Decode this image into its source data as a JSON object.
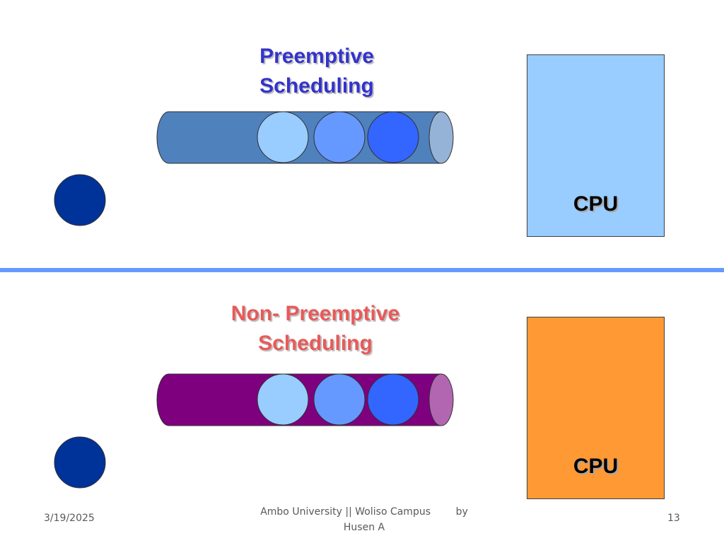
{
  "preemptive": {
    "title": "Preemptive\nScheduling",
    "title_line1": "Preemptive",
    "title_line2": "Scheduling",
    "cpu_label": "CPU",
    "colors": {
      "title": "#3333CC",
      "queue_body": "#4F81BD",
      "queue_end": "#95B3D7",
      "cpu_fill": "#99CCFF"
    }
  },
  "non_preemptive": {
    "title_line1": "Non- Preemptive",
    "title_line2": "Scheduling",
    "cpu_label": "CPU",
    "colors": {
      "title": "#E85A5A",
      "queue_body": "#7F007F",
      "queue_end": "#B266B2",
      "cpu_fill": "#FF9933"
    }
  },
  "process_colors": {
    "light": "#99CCFF",
    "medium": "#6699FF",
    "dark": "#3366FF",
    "waiting": "#003399"
  },
  "divider_color": "#6699FF",
  "footer": {
    "date": "3/19/2025",
    "center_line1": "Ambo University || Woliso Campus        by",
    "center_line2": "Husen A",
    "page_number": "13"
  }
}
